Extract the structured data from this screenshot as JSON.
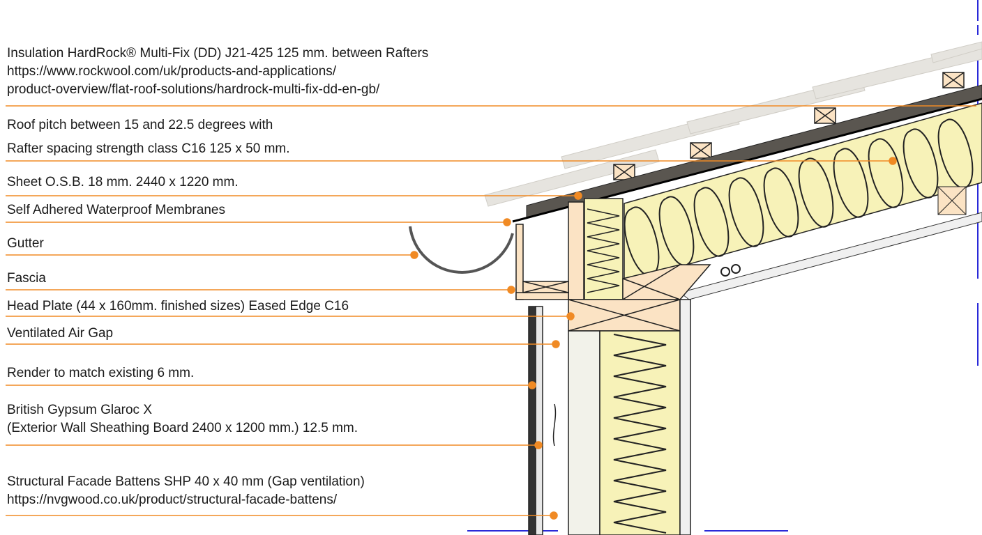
{
  "labels": {
    "insulation": [
      "Insulation HardRock® Multi-Fix (DD)  J21-425    125 mm.  between Rafters",
      "https://www.rockwool.com/uk/products-and-applications/",
      "product-overview/flat-roof-solutions/hardrock-multi-fix-dd-en-gb/"
    ],
    "roof_pitch": "Roof pitch between 15 and 22.5 degrees with",
    "rafter": "Rafter spacing strength class C16   125 x 50 mm.",
    "osb": "Sheet O.S.B. 18 mm.    2440 x 1220 mm.",
    "membrane": "Self Adhered Waterproof Membranes",
    "gutter": "Gutter",
    "fascia": "Fascia",
    "head_plate": "Head Plate  (44 x 160mm. finished sizes) Eased Edge C16",
    "air_gap": "Ventilated Air Gap",
    "render": "Render to match existing 6 mm.",
    "gypsum": [
      "British Gypsum Glaroc X",
      "(Exterior Wall Sheathing Board 2400 x 1200 mm.)  12.5 mm."
    ],
    "battens": [
      "Structural Facade Battens SHP 40 x 40 mm  (Gap ventilation)",
      "https://nvgwood.co.uk/product/structural-facade-battens/"
    ]
  },
  "colors": {
    "leader": "#f08a24",
    "insulation": "#f7f2b8",
    "timber": "#fbe3c4",
    "tile": "#e6e4df",
    "grid": "#2a2ad8"
  }
}
